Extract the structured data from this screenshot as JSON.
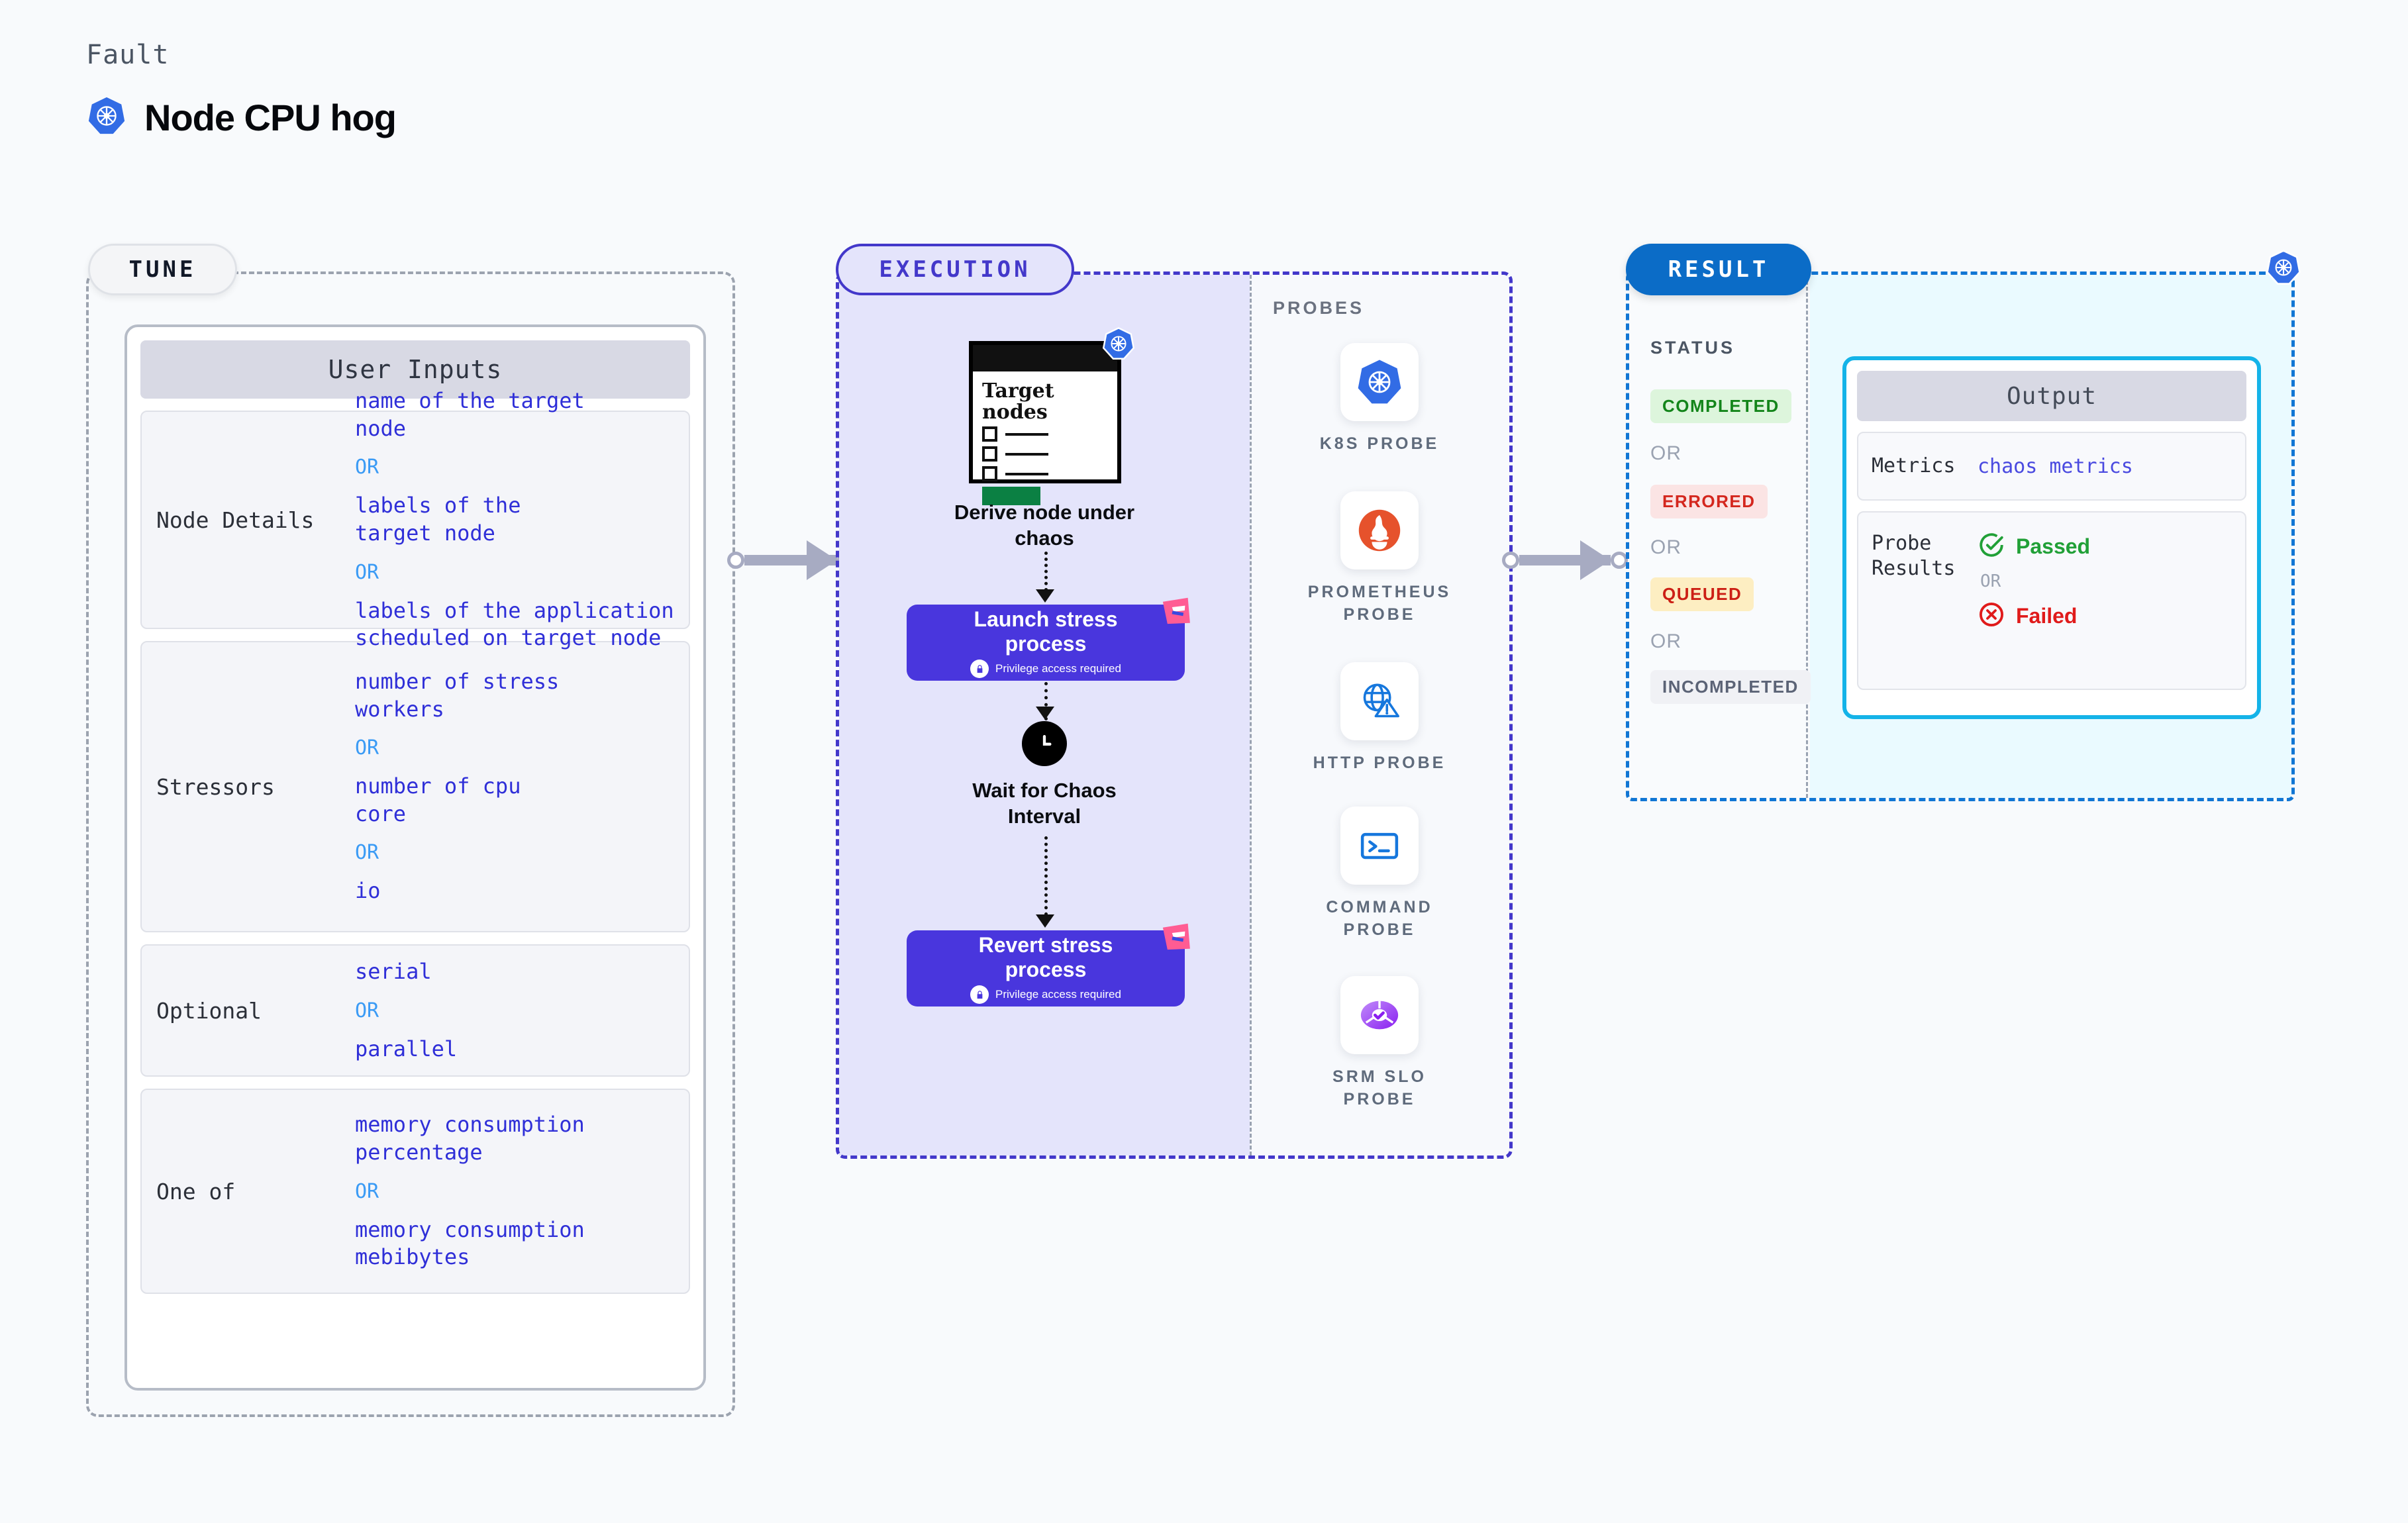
{
  "header": {
    "kicker": "Fault",
    "title": "Node CPU hog",
    "icon": "kubernetes-icon"
  },
  "tune": {
    "tab_label": "TUNE",
    "card_title": "User Inputs",
    "sections": [
      {
        "key": "Node Details",
        "values": [
          {
            "type": "value",
            "text": "name of the target\nnode"
          },
          {
            "type": "or",
            "text": "OR"
          },
          {
            "type": "value",
            "text": "labels of the\ntarget node"
          },
          {
            "type": "or",
            "text": "OR"
          },
          {
            "type": "value",
            "text": "labels of the application\n scheduled on target node"
          }
        ]
      },
      {
        "key": "Stressors",
        "values": [
          {
            "type": "value",
            "text": "number of stress\nworkers"
          },
          {
            "type": "or",
            "text": "OR"
          },
          {
            "type": "value",
            "text": "number of cpu\ncore"
          },
          {
            "type": "or",
            "text": "OR"
          },
          {
            "type": "value",
            "text": "io"
          }
        ]
      },
      {
        "key": "Optional",
        "values": [
          {
            "type": "value",
            "text": "serial"
          },
          {
            "type": "or",
            "text": "OR"
          },
          {
            "type": "value",
            "text": "parallel"
          }
        ]
      },
      {
        "key": "One of",
        "values": [
          {
            "type": "value",
            "text": "memory consumption\npercentage"
          },
          {
            "type": "or",
            "text": "OR"
          },
          {
            "type": "value",
            "text": "memory consumption\nmebibytes"
          }
        ]
      }
    ]
  },
  "execution": {
    "tab_label": "EXECUTION",
    "target_card": {
      "title_line1": "Target",
      "title_line2": "nodes",
      "badge_icon": "kubernetes-icon"
    },
    "steps": [
      {
        "label": "Derive node under\nchaos"
      },
      {
        "label": "Launch stress\nprocess",
        "note": "Privilege access required",
        "note_icon": "lock-icon",
        "badge": "litmus-ribbon"
      },
      {
        "label": "Wait for Chaos\nInterval",
        "icon": "clock-icon"
      },
      {
        "label": "Revert stress\nprocess",
        "note": "Privilege access required",
        "note_icon": "lock-icon",
        "badge": "litmus-ribbon"
      }
    ],
    "probes": {
      "title": "PROBES",
      "items": [
        {
          "label": "K8S PROBE",
          "icon": "kubernetes-icon"
        },
        {
          "label": "PROMETHEUS\nPROBE",
          "icon": "prometheus-icon"
        },
        {
          "label": "HTTP PROBE",
          "icon": "globe-warning-icon"
        },
        {
          "label": "COMMAND\nPROBE",
          "icon": "terminal-icon"
        },
        {
          "label": "SRM SLO\nPROBE",
          "icon": "slo-donut-icon"
        }
      ]
    }
  },
  "result": {
    "tab_label": "RESULT",
    "status_title": "STATUS",
    "statuses": [
      {
        "type": "badge",
        "text": "COMPLETED",
        "bg": "#ddf5dc",
        "color": "#13851a"
      },
      {
        "type": "or",
        "text": "OR"
      },
      {
        "type": "badge",
        "text": "ERRORED",
        "bg": "#fbe4e4",
        "color": "#d4271e"
      },
      {
        "type": "or",
        "text": "OR"
      },
      {
        "type": "badge",
        "text": "QUEUED",
        "bg": "#fdeec2",
        "color": "#cc1f15"
      },
      {
        "type": "or",
        "text": "OR"
      },
      {
        "type": "badge",
        "text": "INCOMPLETED",
        "bg": "#f0f1f5",
        "color": "#5b6376"
      }
    ],
    "corner_icon": "kubernetes-icon",
    "output": {
      "title": "Output",
      "metrics_key": "Metrics",
      "metrics_value": "chaos metrics",
      "probe_results_key": "Probe\nResults",
      "passed_label": "Passed",
      "passed_icon": "check-circle-icon",
      "or_label": "OR",
      "failed_label": "Failed",
      "failed_icon": "x-circle-icon"
    }
  },
  "connectors": [
    {
      "name": "tune-to-execution"
    },
    {
      "name": "execution-to-result"
    }
  ],
  "colors": {
    "kubernetes_blue": "#326ce5",
    "execution_purple": "#4338ca",
    "process_purple": "#4936dd",
    "result_blue": "#0b6cc7",
    "output_cyan": "#14b3e8",
    "value_indigo": "#2f2fd8",
    "or_blue": "#3b9bf5",
    "pink_ribbon": "#ff5c93",
    "passed_green": "#21a037",
    "failed_red": "#e01b1b"
  }
}
